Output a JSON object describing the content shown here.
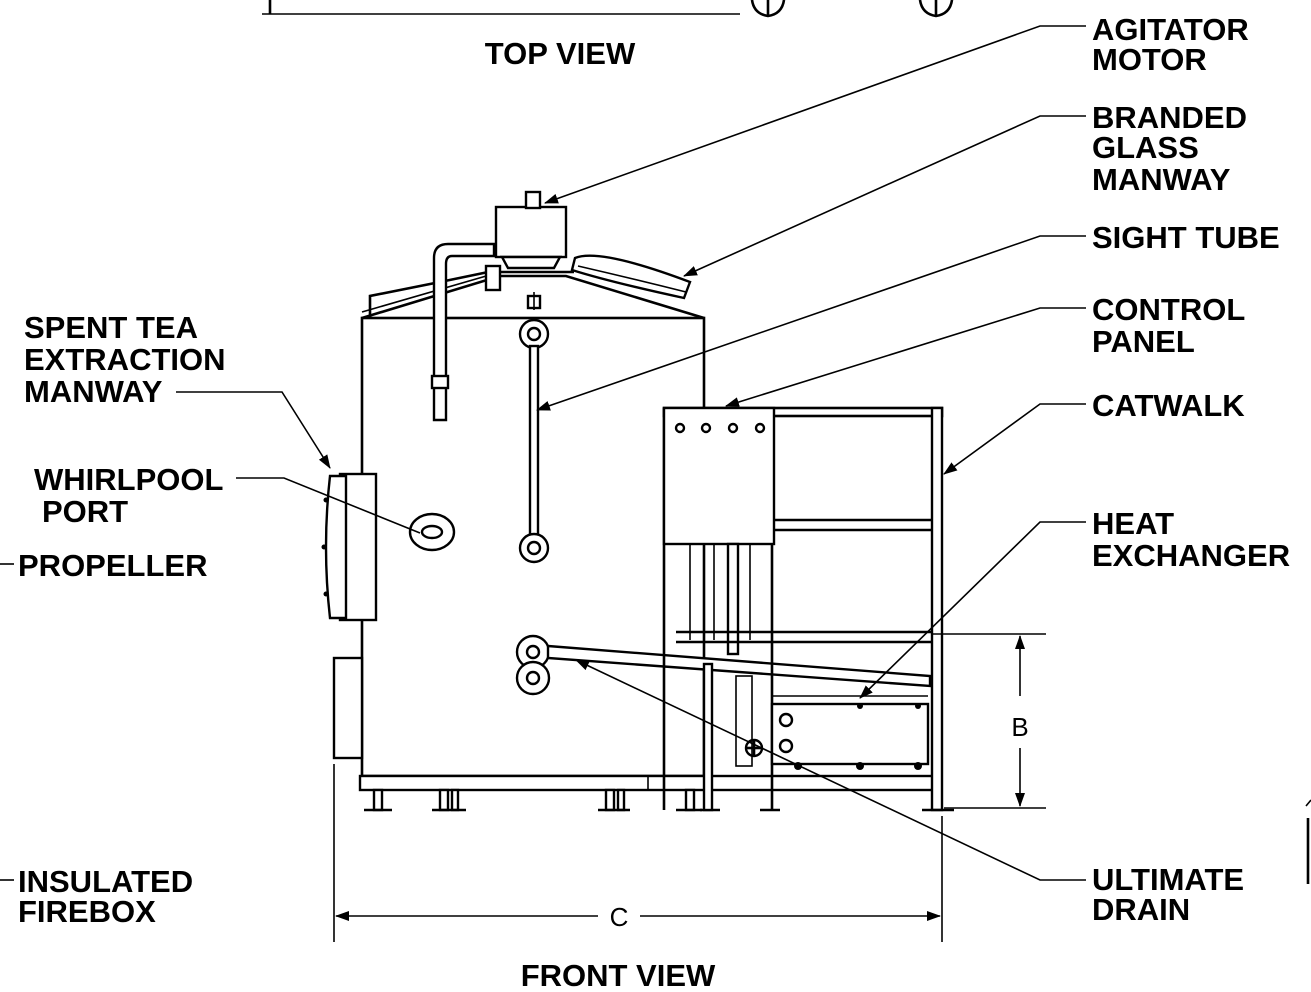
{
  "views": {
    "top_view": "TOP VIEW",
    "front_view": "FRONT VIEW"
  },
  "callouts": {
    "agitator_motor": [
      "AGITATOR",
      "MOTOR"
    ],
    "branded_glass_manway": [
      "BRANDED",
      "GLASS",
      "MANWAY"
    ],
    "sight_tube": [
      "SIGHT TUBE"
    ],
    "control_panel": [
      "CONTROL",
      "PANEL"
    ],
    "catwalk": [
      "CATWALK"
    ],
    "heat_exchanger": [
      "HEAT",
      "EXCHANGER"
    ],
    "ultimate_drain": [
      "ULTIMATE",
      "DRAIN"
    ],
    "spent_tea_extraction_manway": [
      "SPENT TEA",
      "EXTRACTION",
      "MANWAY"
    ],
    "whirlpool_port": [
      "WHIRLPOOL",
      "PORT"
    ],
    "propeller": [
      "PROPELLER"
    ],
    "insulated_firebox": [
      "INSULATED",
      "FIREBOX"
    ]
  },
  "dimensions": {
    "b": "B",
    "c": "C"
  }
}
